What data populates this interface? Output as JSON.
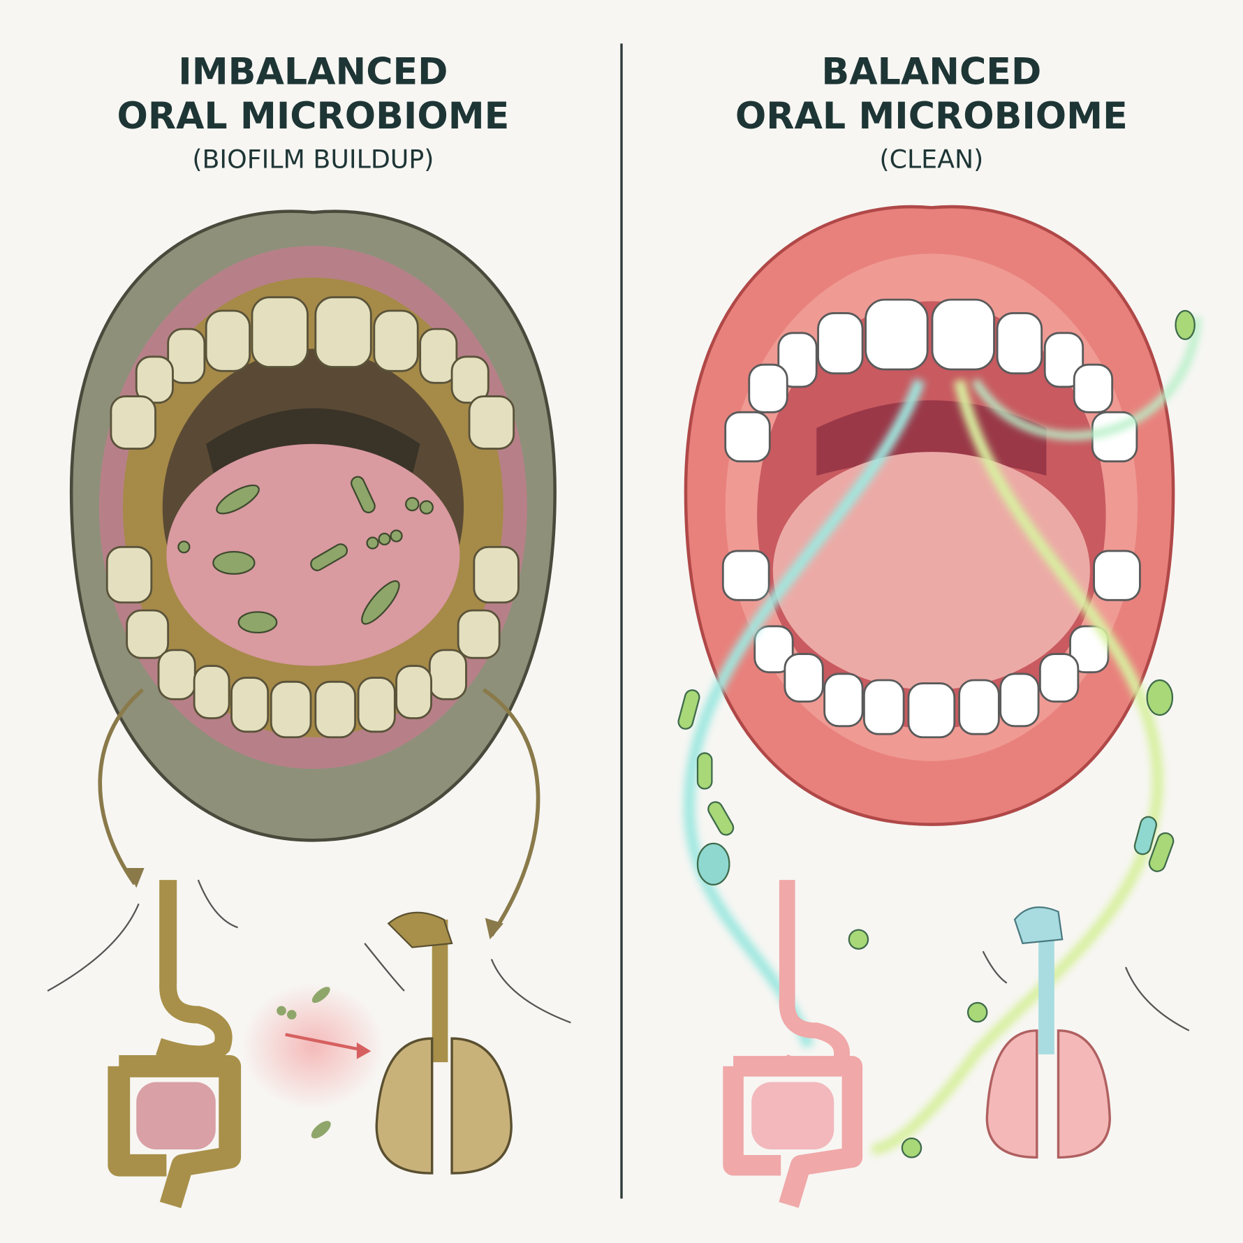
{
  "left_panel": {
    "title_line1": "IMBALANCED",
    "title_line2": "ORAL MICROBIOME",
    "subtitle": "(BIOFILM BUILDUP)",
    "colors": {
      "lips": "#8a8c78",
      "biofilm": "#a8904a",
      "teeth": "#e4e0bf",
      "tongue": "#d99aa0"
    }
  },
  "right_panel": {
    "title_line1": "BALANCED",
    "title_line2": "ORAL MICROBIOME",
    "subtitle": "(CLEAN)",
    "colors": {
      "lips": "#e8817c",
      "teeth": "#ffffff",
      "tongue": "#ecaaa6",
      "glow": "#9fe8e0"
    }
  }
}
